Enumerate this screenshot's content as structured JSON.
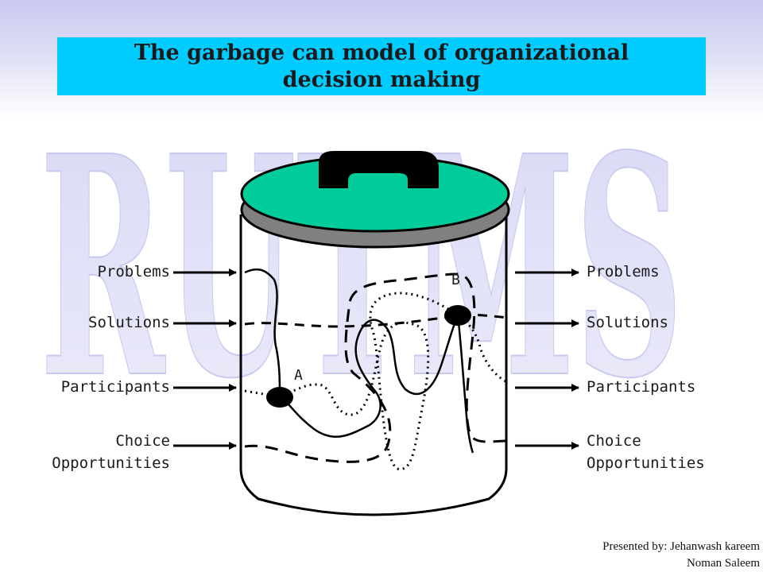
{
  "slide": {
    "title": "The garbage can model of organizational decision making",
    "watermark": "RUTMS",
    "presenter_line1": "Presented by: Jehanwash kareem",
    "presenter_line2": "Noman Saleem"
  },
  "diagram": {
    "inputs": [
      {
        "label": "Problems",
        "stream": "solid"
      },
      {
        "label": "Solutions",
        "stream": "dashed"
      },
      {
        "label": "Participants",
        "stream": "dotted"
      },
      {
        "label": "Choice\nOpportunities",
        "stream": "long-dashed"
      }
    ],
    "outputs": [
      {
        "label": "Problems"
      },
      {
        "label": "Solutions"
      },
      {
        "label": "Participants"
      },
      {
        "label": "Choice\nOpportunities"
      }
    ],
    "decision_points": [
      {
        "label": "A"
      },
      {
        "label": "B"
      }
    ],
    "colors": {
      "lid": "#00cc99",
      "lid_rim": "#808080",
      "title_bar": "#00ccff",
      "watermark": "#dcdcf6"
    }
  }
}
